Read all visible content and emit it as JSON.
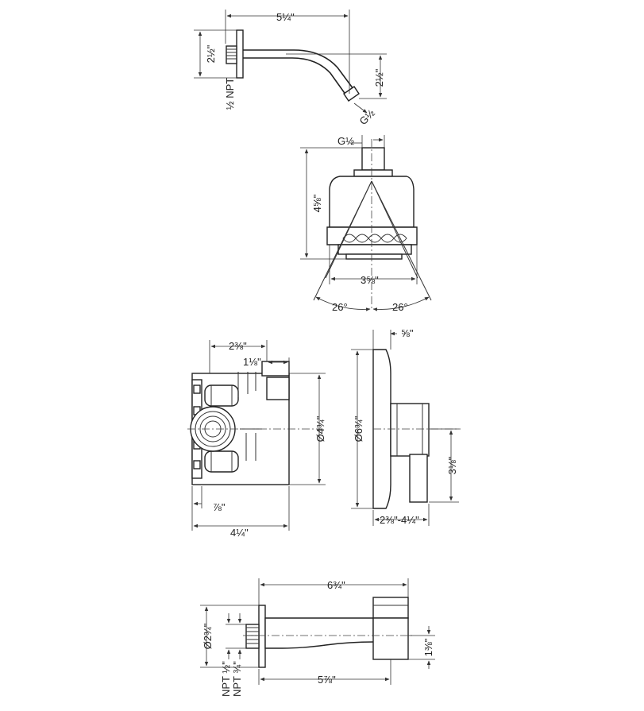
{
  "colors": {
    "line": "#222222",
    "background": "#ffffff"
  },
  "shower_arm": {
    "length": "5¼\"",
    "flange_height": "2½\"",
    "drop": "2½\"",
    "inlet_thread": "½ NPT",
    "outlet_thread": "G½"
  },
  "shower_head": {
    "inlet_thread": "G½",
    "height": "4⅝\"",
    "width": "3⅝\"",
    "spray_angle_left": "26°",
    "spray_angle_right": "26°"
  },
  "rough_valve": {
    "top_offset": "2⅜\"",
    "stem_offset": "1⅛\"",
    "body_height": "Ø4¾\"",
    "side_offset": "⅞\"",
    "body_width": "4¼\""
  },
  "trim": {
    "plate_depth": "⅝\"",
    "plate_diameter": "Ø6¾\"",
    "handle_offset": "3⅛\"",
    "projection": "2⅜\"-4¼\""
  },
  "tub_spout": {
    "length": "6¾\"",
    "flange_diameter": "Ø2¾\"",
    "thread_half": "NPT ½\"",
    "thread_three_quarter": "NPT ¾\"",
    "reach": "5⅞\"",
    "outlet_height": "1⅜\""
  }
}
